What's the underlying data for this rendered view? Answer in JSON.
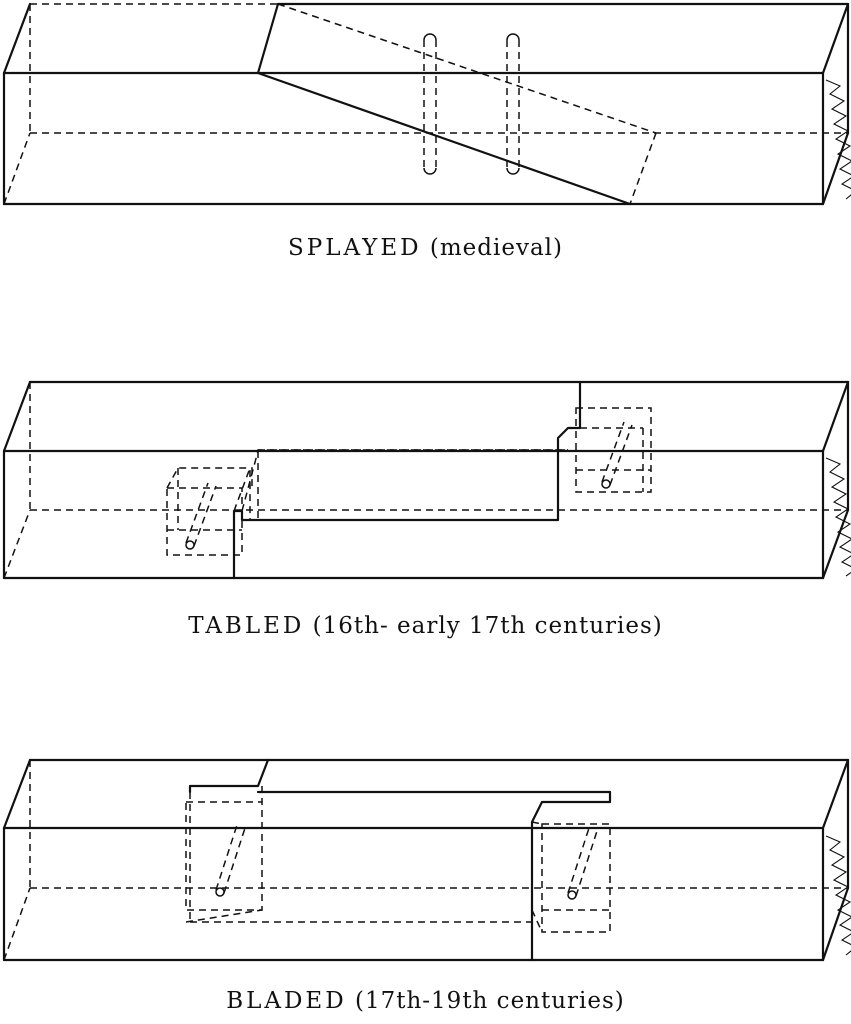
{
  "captions": {
    "splayed": {
      "name": "SPLAYED",
      "detail": "(medieval)"
    },
    "tabled": {
      "name": "TABLED",
      "detail": "(16th- early 17th centuries)"
    },
    "bladed": {
      "name": "BLADED",
      "detail": "(17th-19th centuries)"
    }
  }
}
